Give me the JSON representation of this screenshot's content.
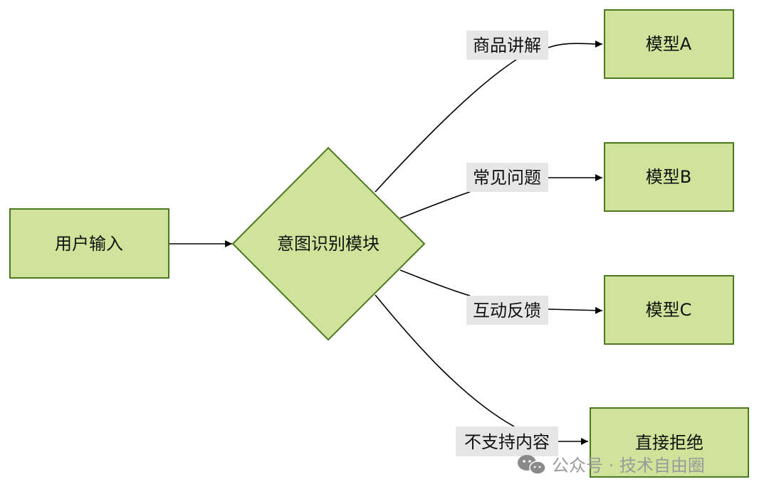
{
  "nodes": {
    "input": {
      "label": "用户输入"
    },
    "intent": {
      "label": "意图识别模块"
    },
    "model_a": {
      "label": "模型A"
    },
    "model_b": {
      "label": "模型B"
    },
    "model_c": {
      "label": "模型C"
    },
    "reject": {
      "label": "直接拒绝"
    }
  },
  "edges": {
    "to_a": {
      "label": "商品讲解"
    },
    "to_b": {
      "label": "常见问题"
    },
    "to_c": {
      "label": "互动反馈"
    },
    "to_reject": {
      "label": "不支持内容"
    }
  },
  "watermark": {
    "text": "公众号 · 技术自由圈",
    "icon": "wechat-icon"
  },
  "colors": {
    "node_fill": "#cfe49a",
    "node_border": "#4b7a1e",
    "label_bg": "#e6e6e6"
  }
}
